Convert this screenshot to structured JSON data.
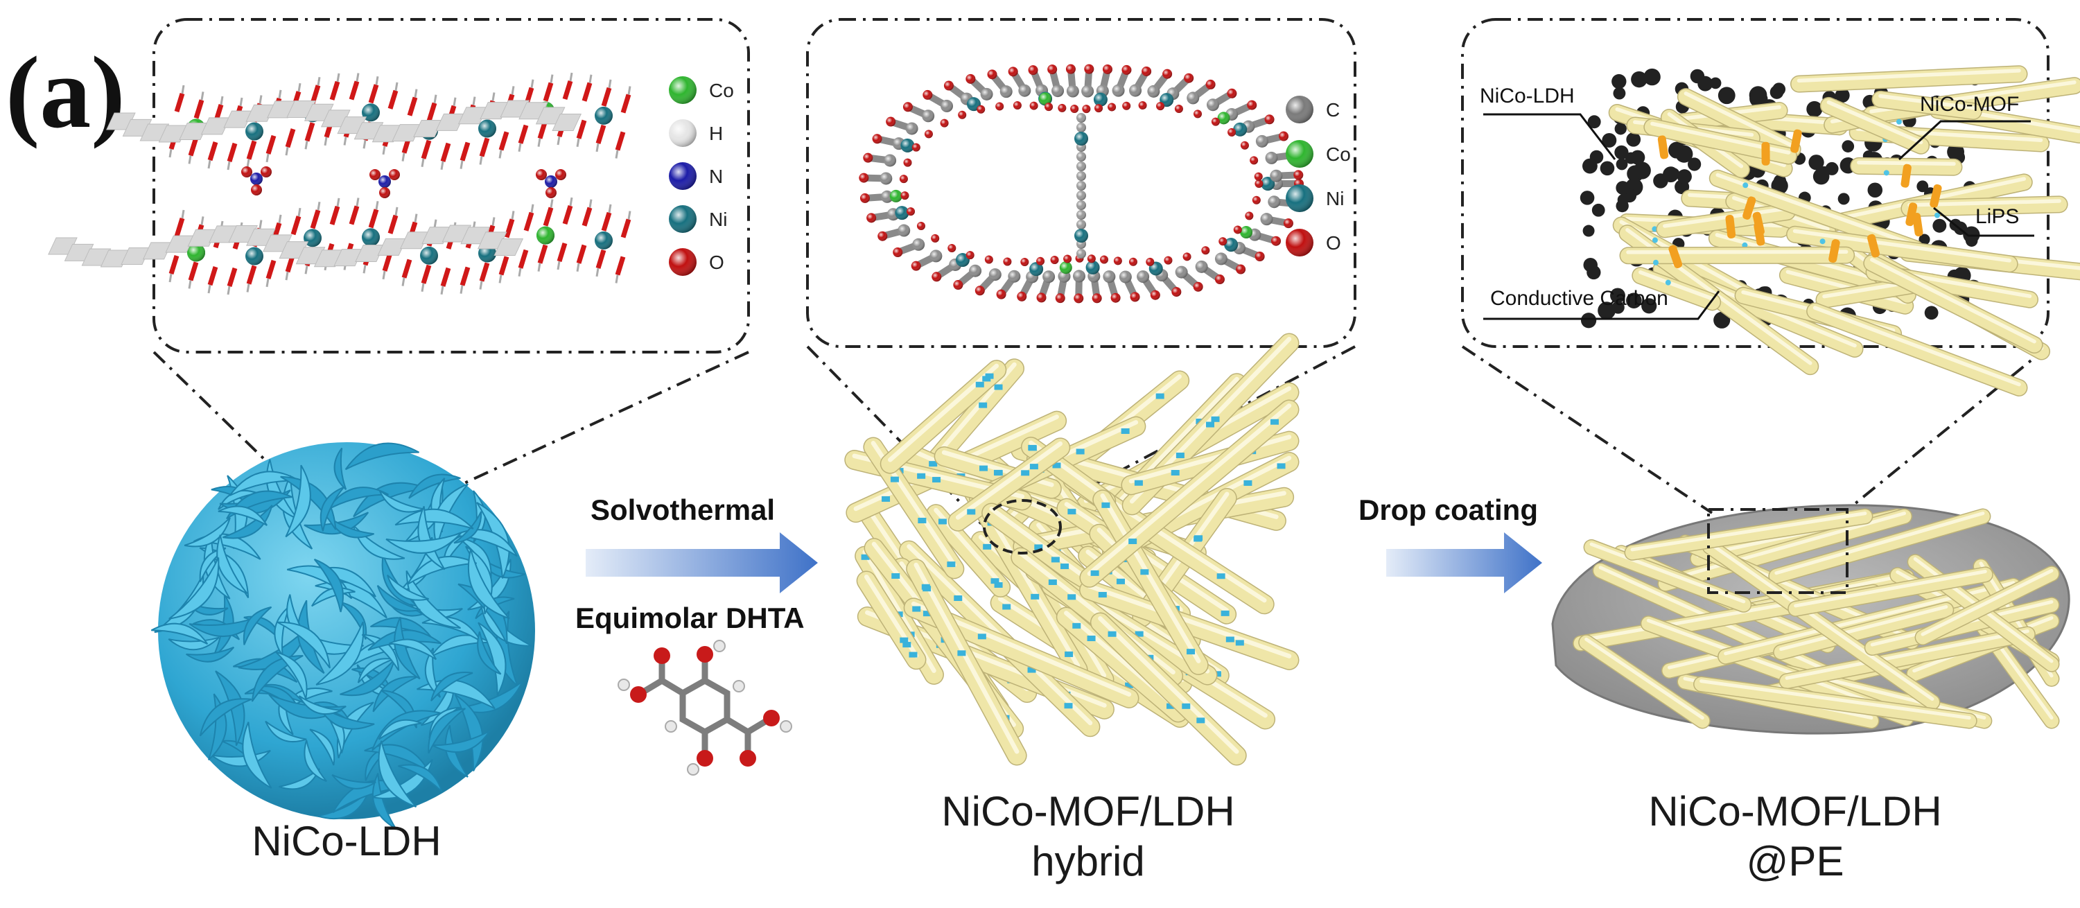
{
  "panel_label": "(a)",
  "stages": [
    {
      "caption_lines": [
        "NiCo-LDH"
      ]
    },
    {
      "caption_lines": [
        "NiCo-MOF/LDH",
        "hybrid"
      ]
    },
    {
      "caption_lines": [
        "NiCo-MOF/LDH",
        "@PE"
      ]
    }
  ],
  "arrows": [
    {
      "label_above": "Solvothermal",
      "label_below": "Equimolar DHTA"
    },
    {
      "label_above": "Drop coating"
    }
  ],
  "legends": {
    "ldh": [
      {
        "label": "Co",
        "color": "#2fb52f"
      },
      {
        "label": "H",
        "color": "#e6e6e6"
      },
      {
        "label": "N",
        "color": "#1c1ca8"
      },
      {
        "label": "Ni",
        "color": "#17707f"
      },
      {
        "label": "O",
        "color": "#c01010"
      }
    ],
    "mof": [
      {
        "label": "C",
        "color": "#7a7a7a"
      },
      {
        "label": "Co",
        "color": "#2fb52f"
      },
      {
        "label": "Ni",
        "color": "#17707f"
      },
      {
        "label": "O",
        "color": "#c01010"
      }
    ]
  },
  "callouts": {
    "ldh": "NiCo-LDH",
    "mof": "NiCo-MOF",
    "lips": "LiPS",
    "carbon": "Conductive Carbon"
  },
  "colors": {
    "ldh_blue": "#3ab4dc",
    "rod_yellow": "#efe6a8",
    "arrow_blue": "#3f72c8",
    "substrate_gray": "#9c9c9c"
  }
}
